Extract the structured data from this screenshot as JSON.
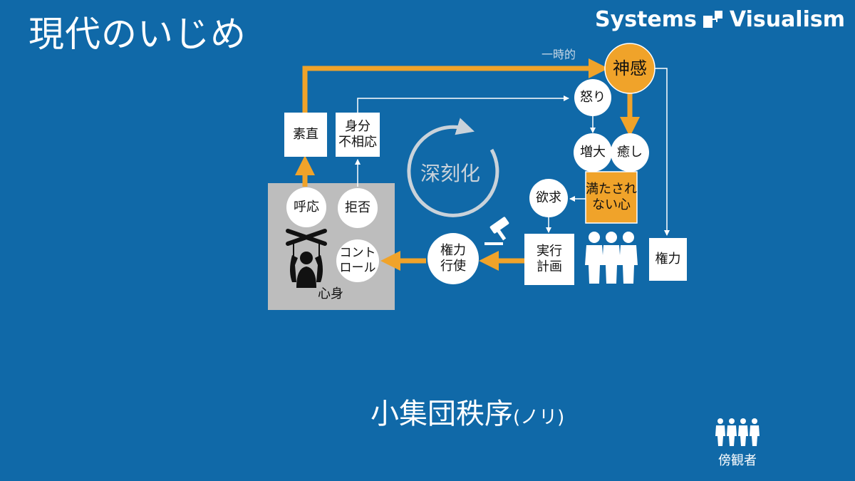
{
  "header": {
    "title": "現代のいじめ",
    "brand": "Systems",
    "brand2": "Visualism"
  },
  "footer": {
    "caption": "小集団秩序",
    "caption_small": "(ノリ)",
    "bystander_label": "傍観者"
  },
  "nodes": {
    "sunao": "素直",
    "mibun": "身分\n不相応",
    "koou": "呼応",
    "kyohi": "拒否",
    "control": "コント\nロール",
    "shinshin": "心身",
    "kenryoku_koushi": "権力\n行使",
    "jikkou": "実行\n計画",
    "yokkyu": "欲求",
    "mitasarenai": "満たされ\nない心",
    "zoudai": "増大",
    "iyashi": "癒し",
    "ikari": "怒り",
    "shinkan": "神感",
    "kenryoku": "権力"
  },
  "labels": {
    "ichiji": "一時的",
    "shinkokuka": "深刻化"
  },
  "colors": {
    "background": "#1069a8",
    "accent": "#f0a32a",
    "box": "#ffffff",
    "panel": "#bdbdbd"
  },
  "icons": [
    "puppet-icon",
    "gavel-icon",
    "crowd-icon",
    "bystander-crowd-icon",
    "cycle-arrow-icon",
    "brand-logo-icon"
  ]
}
